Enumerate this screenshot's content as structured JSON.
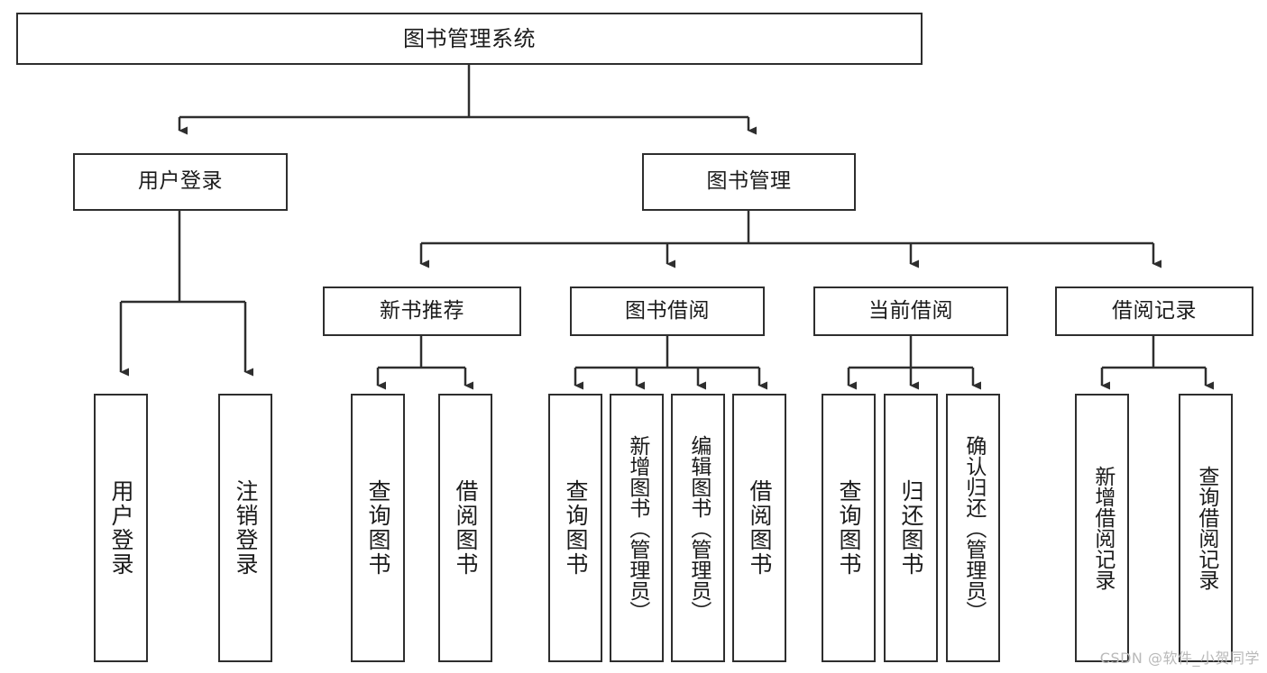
{
  "diagram": {
    "title": "图书管理系统",
    "watermark": "CSDN @软件_小贺同学",
    "colors": {
      "stroke": "#2e2e2e",
      "fill": "#ffffff",
      "text": "#1b1b1b",
      "watermark": "#b9b9b9"
    },
    "levels": {
      "root_label": "图书管理系统",
      "level1": [
        {
          "label": "用户登录"
        },
        {
          "label": "图书管理"
        }
      ],
      "level2": [
        {
          "label": "新书推荐"
        },
        {
          "label": "图书借阅"
        },
        {
          "label": "当前借阅"
        },
        {
          "label": "借阅记录"
        }
      ]
    },
    "groups": {
      "user_login_children": [
        {
          "label": "用户登录"
        },
        {
          "label": "注销登录"
        }
      ],
      "new_book_children": [
        {
          "label": "查询图书"
        },
        {
          "label": "借阅图书"
        }
      ],
      "book_borrow_children": [
        {
          "label": "查询图书"
        },
        {
          "label": "新增图书（管理员）"
        },
        {
          "label": "编辑图书（管理员）"
        },
        {
          "label": "借阅图书"
        }
      ],
      "current_borrow_children": [
        {
          "label": "查询图书"
        },
        {
          "label": "归还图书"
        },
        {
          "label": "确认归还（管理员）"
        }
      ],
      "borrow_record_children": [
        {
          "label": "新增借阅记录"
        },
        {
          "label": "查询借阅记录"
        }
      ]
    }
  }
}
